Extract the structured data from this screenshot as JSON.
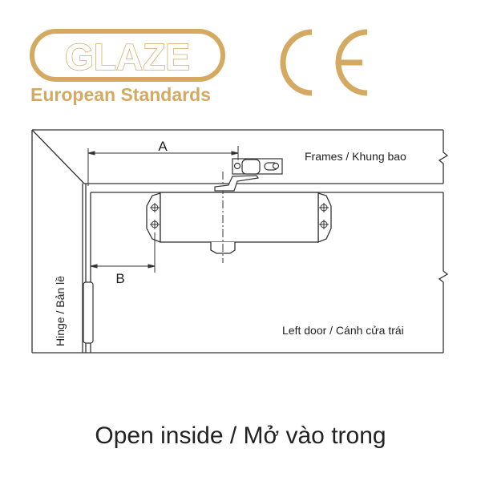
{
  "brand": {
    "logo_text": "GLAZE",
    "tagline": "European Standards",
    "cert_mark": "CE",
    "color": "#d4a962"
  },
  "diagram": {
    "dimension_a": "A",
    "dimension_b": "B",
    "frame_label": "Frames / Khung bao",
    "door_label": "Left door / Cánh cửa trái",
    "hinge_label": "Hinge / Bản lề",
    "line_color": "#333333"
  },
  "caption": "Open inside / Mở vào trong"
}
